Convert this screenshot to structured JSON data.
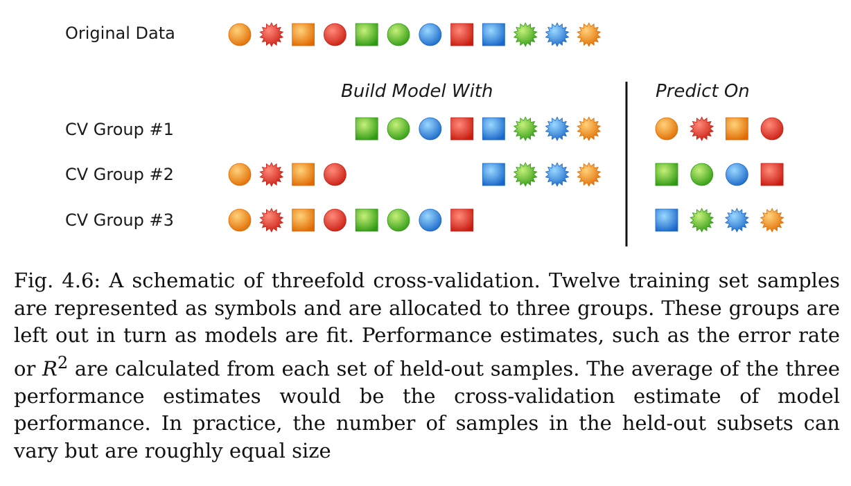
{
  "diagram": {
    "original_label": "Original Data",
    "build_header": "Build Model With",
    "predict_header": "Predict On",
    "samples": [
      {
        "shape": "circle",
        "color": "orange"
      },
      {
        "shape": "starburst",
        "color": "red"
      },
      {
        "shape": "square",
        "color": "orange"
      },
      {
        "shape": "circle",
        "color": "red"
      },
      {
        "shape": "square",
        "color": "green"
      },
      {
        "shape": "circle",
        "color": "green"
      },
      {
        "shape": "circle",
        "color": "blue"
      },
      {
        "shape": "square",
        "color": "red"
      },
      {
        "shape": "square",
        "color": "blue"
      },
      {
        "shape": "starburst",
        "color": "green"
      },
      {
        "shape": "starburst",
        "color": "blue"
      },
      {
        "shape": "starburst",
        "color": "orange"
      }
    ],
    "palette": {
      "orange": {
        "light": "#ffd27a",
        "dark": "#e06a00"
      },
      "red": {
        "light": "#ff8a7a",
        "dark": "#c81c10"
      },
      "green": {
        "light": "#c6f07a",
        "dark": "#2e9a12"
      },
      "blue": {
        "light": "#9ad8ff",
        "dark": "#1866c8"
      }
    },
    "groups": [
      {
        "label": "CV Group #1",
        "held_out": [
          0,
          1,
          2,
          3
        ]
      },
      {
        "label": "CV Group #2",
        "held_out": [
          4,
          5,
          6,
          7
        ]
      },
      {
        "label": "CV Group #3",
        "held_out": [
          8,
          9,
          10,
          11
        ]
      }
    ]
  },
  "caption": {
    "label": "Fig. 4.6:",
    "text_before": "A schematic of threefold cross-validation. Twelve training set samples are represented as symbols and are allocated to three groups. These groups are left out in turn as models are fit. Performance estimates, such as the error rate or",
    "math_symbol": "R",
    "math_exponent": "2",
    "text_after": "are calculated from each set of held-out samples. The average of the three performance estimates would be the cross-validation estimate of model performance. In practice, the number of samples in the held-out subsets can vary but are roughly equal size"
  }
}
